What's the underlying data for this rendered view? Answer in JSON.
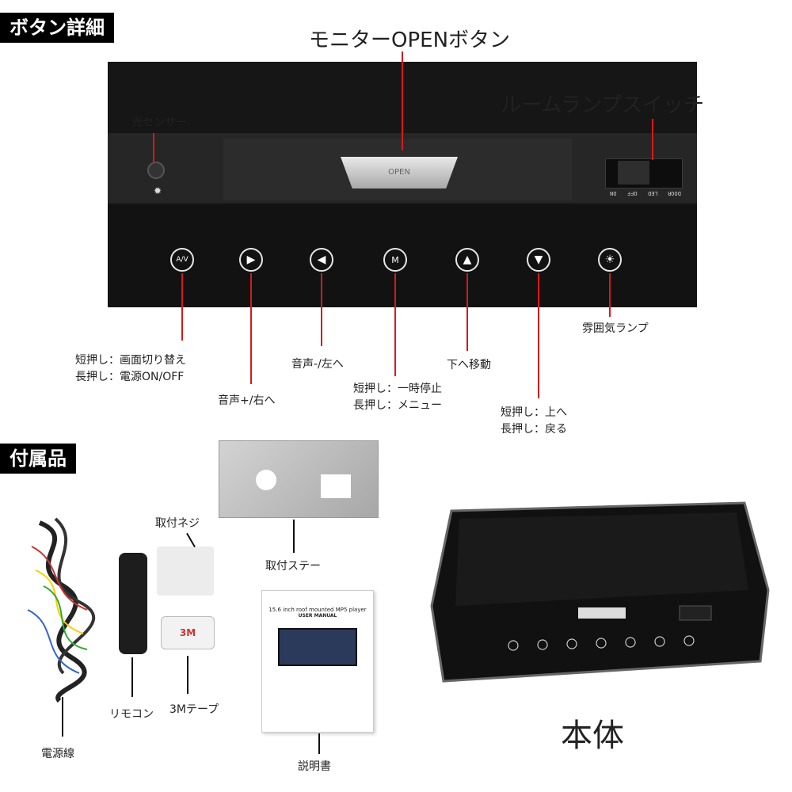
{
  "sections": {
    "button_detail": "ボタン詳細",
    "accessories": "付属品"
  },
  "callouts": {
    "monitor_open": "モニターOPENボタン",
    "room_lamp_switch": "ルームランプスイッチ",
    "light_sensor": "光センサー",
    "mood_lamp": "雰囲気ランプ",
    "btn1_short": "短押し：画面切り替え",
    "btn1_long": "長押し：電源ON/OFF",
    "btn2": "音声+/右へ",
    "btn3": "音声-/左へ",
    "btn4_short": "短押し：一時停止",
    "btn4_long": "長押し：メニュー",
    "btn5": "下へ移動",
    "btn6_short": "短押し：上へ",
    "btn6_long": "長押し：戻る"
  },
  "panel": {
    "open_button_text": "OPEN",
    "switch_labels": [
      "ON",
      "OFF",
      "LED",
      "DOOR"
    ],
    "buttons": [
      {
        "icon": "source-power-icon",
        "glyph": "A/V"
      },
      {
        "icon": "play-right-icon",
        "glyph": "▶"
      },
      {
        "icon": "play-left-icon",
        "glyph": "◀"
      },
      {
        "icon": "pause-menu-icon",
        "glyph": "M"
      },
      {
        "icon": "up-triangle-icon",
        "glyph": "▲"
      },
      {
        "icon": "down-return-icon",
        "glyph": "▼"
      },
      {
        "icon": "light-icon",
        "glyph": "☀"
      }
    ]
  },
  "accessories": {
    "cable": "電源線",
    "screws": "取付ネジ",
    "bracket": "取付ステー",
    "remote": "リモコン",
    "tape": "3Mテープ",
    "manual": "説明書",
    "manual_title": "15.6 inch roof mounted MP5 player",
    "manual_subtitle": "USER MANUAL",
    "tape_text": "3M",
    "main_unit": "本体"
  },
  "colors": {
    "callout_line": "#d61a1a",
    "section_bg": "#000000"
  }
}
